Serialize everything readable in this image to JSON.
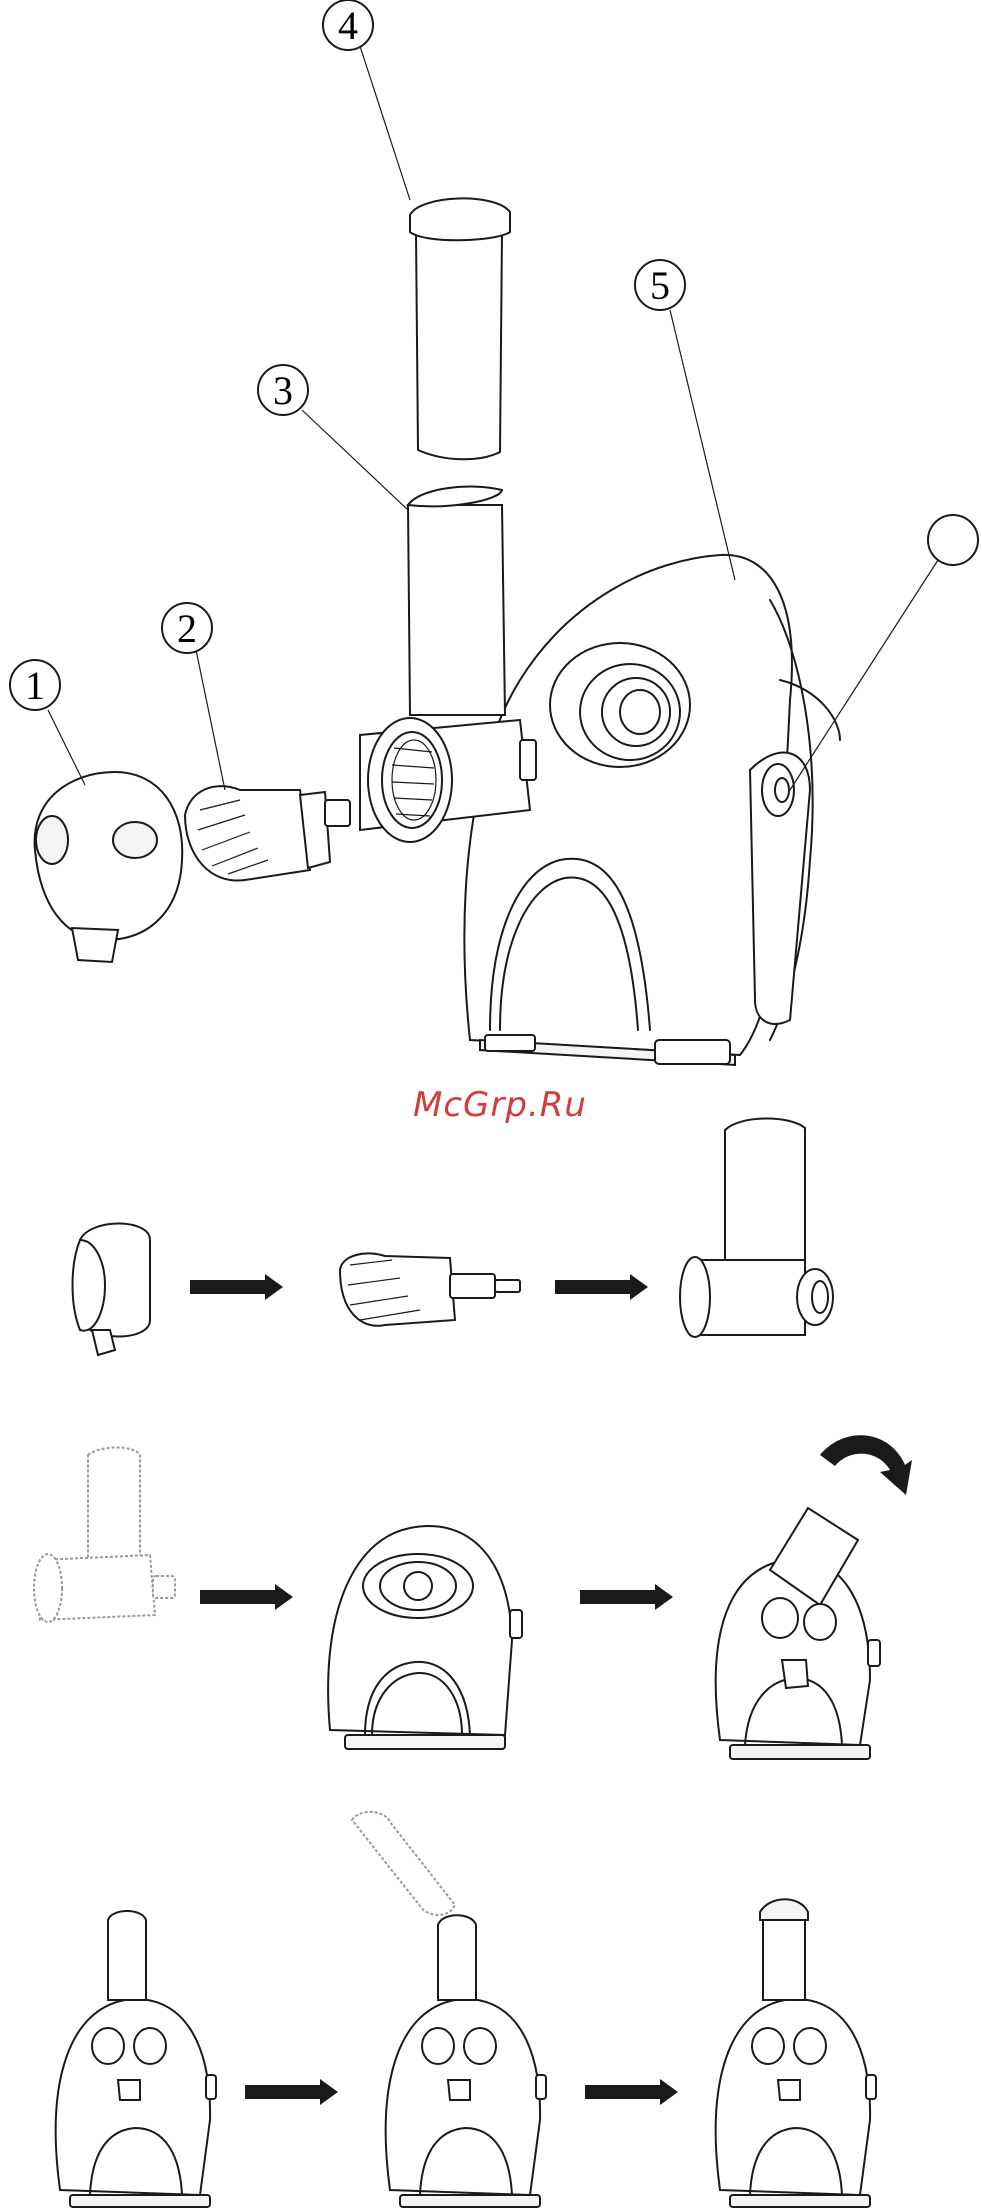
{
  "callouts": [
    {
      "id": "1",
      "label": "1"
    },
    {
      "id": "2",
      "label": "2"
    },
    {
      "id": "3",
      "label": "3"
    },
    {
      "id": "4",
      "label": "4"
    },
    {
      "id": "5",
      "label": "5"
    },
    {
      "id": "6",
      "label": ""
    }
  ],
  "watermark": "McGrp.Ru"
}
